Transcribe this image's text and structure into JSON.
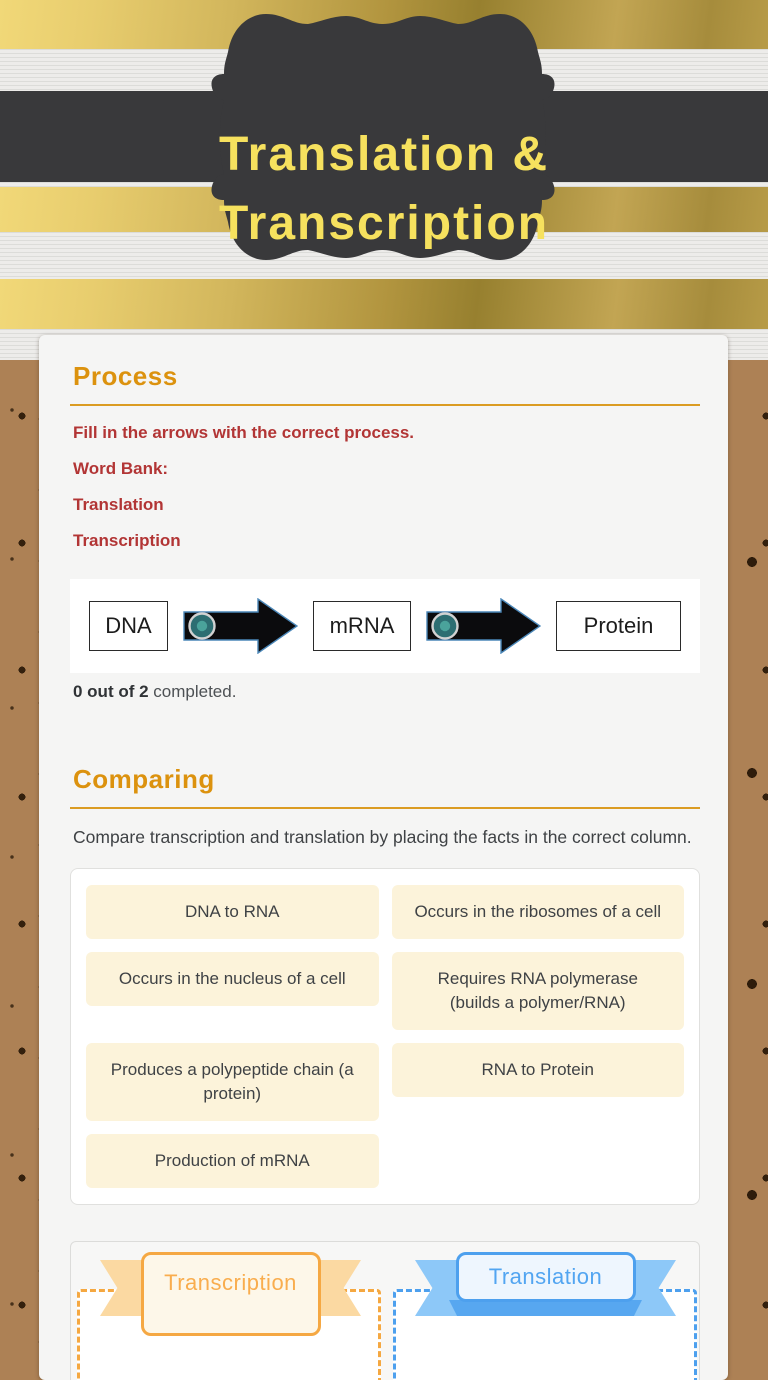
{
  "header": {
    "title_line1": "Translation &",
    "title_line2": "Transcription"
  },
  "process": {
    "heading": "Process",
    "instructions": "Fill in the arrows with the correct process.",
    "word_bank_label": "Word Bank:",
    "word_bank": [
      "Translation",
      "Transcription"
    ],
    "diagram": {
      "nodes": [
        "DNA",
        "mRNA",
        "Protein"
      ],
      "blanks": 2
    },
    "progress_bold": "0 out of 2",
    "progress_rest": " completed."
  },
  "comparing": {
    "heading": "Comparing",
    "instructions": "Compare transcription and translation by placing the facts in the correct column.",
    "facts": [
      "DNA to RNA",
      "Occurs in the ribosomes of a cell",
      "Occurs in the nucleus of a cell",
      "Requires RNA polymerase (builds a polymer/RNA)",
      "Produces a polypeptide chain (a protein)",
      "RNA to Protein",
      "Production of mRNA"
    ],
    "columns": [
      {
        "label": "Transcription"
      },
      {
        "label": "Translation"
      }
    ]
  },
  "colors": {
    "heading_orange": "#dc920e",
    "instruction_red": "#b23535",
    "title_yellow": "#f6e15e",
    "header_dark": "#39393b",
    "paper_brown": "#ad8155",
    "chip_cream": "#fcf3da",
    "drop_dot_teal": "#2d6e72",
    "drop_dot_inner_teal": "#4aa39b",
    "transcription_orange": "#f5a843",
    "translation_blue": "#4da0ee"
  }
}
